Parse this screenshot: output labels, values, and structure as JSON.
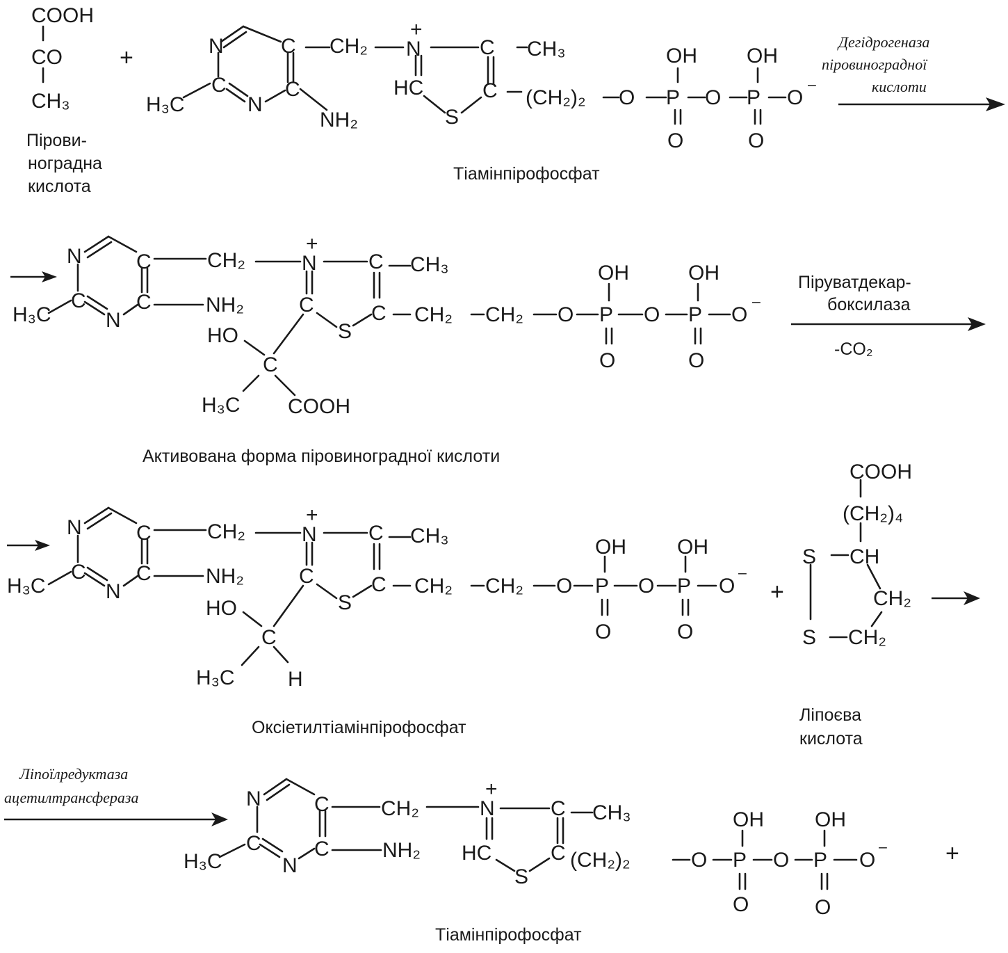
{
  "reaction1": {
    "pyruvate": {
      "carboxyl": "COOH",
      "carbonyl": "CO",
      "methyl": "CH₃",
      "caption_lines": [
        "Пірови-",
        "ноградна",
        "кислота"
      ]
    },
    "plus": "+",
    "tpp": {
      "caption": "Тіамінпірофосфат"
    },
    "enzyme_lines": [
      "Дегідрогеназа",
      "піровиноградної",
      "кислоти"
    ]
  },
  "reaction2": {
    "caption": "Активована форма піровиноградної кислоти",
    "substituent": {
      "hydroxyl": "HO",
      "carbon": "C",
      "methyl": "H₃C",
      "carboxyl": "COOH"
    },
    "enzyme_lines": [
      "Піруватдекар-",
      "боксилаза"
    ],
    "byproduct": "-CO₂"
  },
  "reaction3": {
    "caption": "Оксіетилтіамінпірофосфат",
    "substituent": {
      "hydroxyl": "HO",
      "carbon": "C",
      "methyl": "H₃C",
      "hydrogen": "H"
    },
    "plus": "+",
    "lipoic": {
      "carboxyl": "COOH",
      "chain": "(CH₂)₄",
      "s1": "S",
      "ch": "CH",
      "ch2a": "CH₂",
      "s2": "S",
      "ch2b": "CH₂",
      "caption_lines": [
        "Ліпоєва",
        "кислота"
      ]
    }
  },
  "reaction4": {
    "enzyme_lines": [
      "Ліпоїлредуктаза",
      "ацетилтрансфераза"
    ],
    "caption": "Тіамінпірофосфат",
    "plus": "+"
  },
  "atoms": {
    "N": "N",
    "C": "C",
    "S": "S",
    "O": "O",
    "P": "P",
    "OH": "OH",
    "H3C": "H₃C",
    "NH2": "NH₂",
    "CH2": "CH₂",
    "CH3": "CH₃",
    "HC": "HC",
    "plus_charge": "+",
    "minus": "⁻",
    "ch2_2": "(CH₂)₂"
  }
}
